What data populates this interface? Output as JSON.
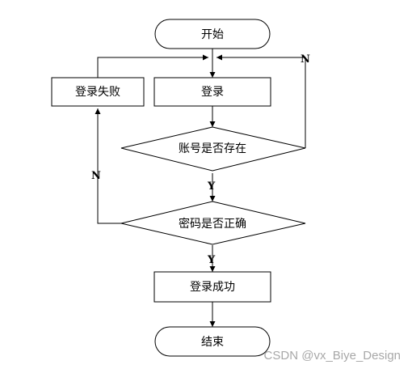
{
  "diagram": {
    "nodes": {
      "start": "开始",
      "login": "登录",
      "login_failed": "登录失败",
      "account_exists": "账号是否存在",
      "password_correct": "密码是否正确",
      "login_success": "登录成功",
      "end": "结束"
    },
    "edge_labels": {
      "account_no": "N",
      "account_yes": "Y",
      "password_no": "N",
      "password_yes": "Y"
    }
  },
  "watermark": "CSDN @vx_Biye_Design"
}
